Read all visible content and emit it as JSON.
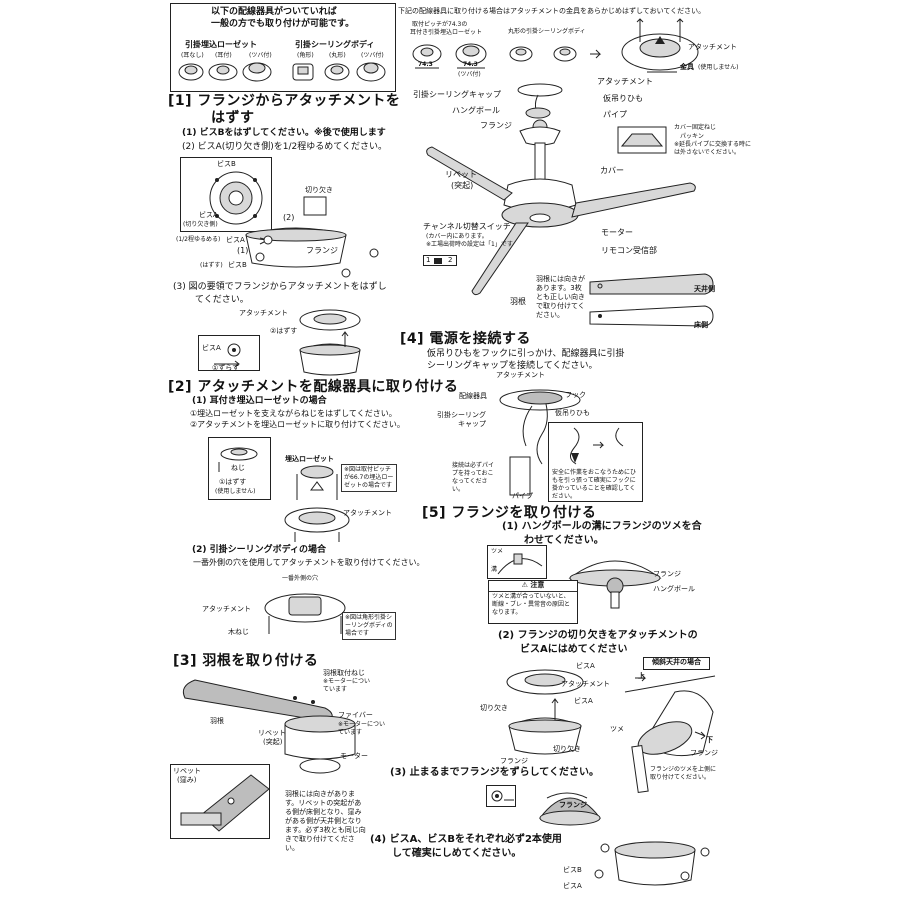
{
  "top_box": {
    "line1": "以下の配線器具がついていれば",
    "line2": "一般の方でも取り付けが可能です。",
    "group1_title": "引掛埋込ローゼット",
    "group1_types": [
      "(耳なし)",
      "(耳付)",
      "(ツバ付)"
    ],
    "group2_title": "引掛シーリングボディ",
    "group2_types": [
      "(角形)",
      "(丸形)",
      "(ツバ付)"
    ]
  },
  "top_right": {
    "intro": "下記の配線器具に取り付ける場合はアタッチメントの金具をあらかじめはずしておいてください。",
    "pitch_label_1": "取付ピッチが74.3の",
    "pitch_label_2": "耳付き引掛埋込ローゼット",
    "dim_1": "74.3",
    "dim_2": "74.3",
    "dim_2_note": "(ツバ付)",
    "round_body_label": "丸形の引掛シーリングボディ",
    "attachment_label": "アタッチメント",
    "bracket_label": "金具",
    "bracket_note": "(使用しません)"
  },
  "fan_parts": {
    "attachment": "アタッチメント",
    "temp_string": "仮吊りひも",
    "ceiling_cap": "引掛シーリングキャップ",
    "hang_ball": "ハングボール",
    "flange": "フランジ",
    "pipe": "パイプ",
    "cover_screw": "カバー固定ねじ",
    "packing": "パッキン",
    "packing_note": "※延長パイプに交換する時には外さないでください。",
    "rivet": "リベット",
    "rivet_sub": "(突起)",
    "cover": "カバー",
    "channel_switch": "チャンネル切替スイッチ",
    "channel_note_1": "(カバー内にあります。",
    "channel_note_2": "※工場出荷時の設定は「1」です",
    "motor": "モーター",
    "remote_receiver": "リモコン受信部",
    "switch_1": "1",
    "switch_2": "2",
    "blade": "羽根",
    "blade_note": "羽根には向きがあります。3枚とも正しい向きで取り付けてください。",
    "ceiling_side": "天井側",
    "floor_side": "床側"
  },
  "sec1": {
    "title_1": "[1] フランジからアタッチメントを",
    "title_2": "はずす",
    "step1": "(1) ビスBをはずしてください。※後で使用します",
    "step2": "(2) ビスA(切り欠き側)を1/2程ゆるめてください。",
    "screw_b": "ビスB",
    "screw_a": "ビスA",
    "screw_a_sub": "(切り欠き側)",
    "notch": "切り欠き",
    "label_2": "(2)",
    "label_1": "(1)",
    "loosen": "(1/2程ゆるめる)",
    "remove": "(はずす)",
    "flange": "フランジ",
    "step3_1": "(3) 図の要領でフランジからアタッチメントをはずし",
    "step3_2": "てください。",
    "attachment": "アタッチメント",
    "remove_2": "②はずす",
    "shift_1": "①ずらす",
    "screw_a2": "ビスA"
  },
  "sec2": {
    "title": "[2] アタッチメントを配線器具に取り付ける",
    "sub1": "(1) 耳付き埋込ローゼットの場合",
    "sub1_a": "①埋込ローゼットを支えながらねじをはずしてください。",
    "sub1_b": "②アタッチメントを埋込ローゼットに取り付けてください。",
    "rosette": "埋込ローゼット",
    "screw": "ねじ",
    "remove_unused": "①はずす",
    "remove_unused_2": "(使用しません)",
    "pitch_note": "※図は取付ピッチが66.7の埋込ローゼットの場合です",
    "attachment": "アタッチメント",
    "sub2": "(2) 引掛シーリングボディの場合",
    "sub2_a": "一番外側の穴を使用してアタッチメントを取り付けてください。",
    "outer_hole": "一番外側の穴",
    "attachment2": "アタッチメント",
    "wood_screw": "木ねじ",
    "body_note": "※図は角形引掛シーリングボディの場合です"
  },
  "sec3": {
    "title": "[3] 羽根を取り付ける",
    "blade_screw": "羽根取付ねじ",
    "blade_screw_note": "※モーターについています",
    "blade": "羽根",
    "fiber": "ファイバー",
    "fiber_note": "※モーターについています",
    "rivet": "リベット",
    "rivet_sub": "(突起)",
    "motor": "モーター",
    "rivet_dent": "リベット",
    "rivet_dent_sub": "(窪み)",
    "note": "羽根には向きがあります。リベットの突起がある側が床側となり、窪みがある側が天井側となります。必ず3枚とも同じ向きで取り付けてください。"
  },
  "sec4": {
    "title": "[4] 電源を接続する",
    "desc_1": "仮吊りひもをフックに引っかけ、配線器具に引掛",
    "desc_2": "シーリングキャップを接続してください。",
    "attachment": "アタッチメント",
    "wiring": "配線器具",
    "hook": "フック",
    "temp_string": "仮吊りひも",
    "cap": "引掛シーリング",
    "cap_2": "キャップ",
    "hold_note": "接続は必ずパイプを持っておこなってください。",
    "pipe": "パイプ",
    "safety_note": "安全に作業をおこなうためにひもを引っ張って確実にフックに掛かっていることを確認してください。"
  },
  "sec5": {
    "title": "[5] フランジを取り付ける",
    "step1_1": "(1) ハングボールの溝にフランジのツメを合",
    "step1_2": "わせてください。",
    "claw": "ツメ",
    "groove": "溝",
    "flange": "フランジ",
    "hang_ball": "ハングボール",
    "caution_title": "注意",
    "caution_text": "ツメと溝が合っていないと、断線・ブレ・異常音の原因となります。",
    "step2_1": "(2) フランジの切り欠きをアタッチメントの",
    "step2_2": "ビスAにはめてください",
    "screw_a": "ビスA",
    "attachment": "アタッチメント",
    "notch": "切り欠き",
    "screw_a_2": "ビスA",
    "flange_2": "フランジ",
    "notch_2": "切り欠き",
    "slope_title": "傾斜天井の場合",
    "up": "上",
    "down": "下",
    "claw_2": "ツメ",
    "flange_3": "フランジ",
    "slope_note": "フランジのツメを上側に取り付けてください。",
    "step3": "(3) 止まるまでフランジをずらしてください。",
    "flange_4": "フランジ",
    "step4_1": "(4) ビスA、ビスBをそれぞれ必ず2本使用",
    "step4_2": "して確実にしめてください。",
    "screw_b": "ビスB",
    "screw_a_3": "ビスA"
  }
}
